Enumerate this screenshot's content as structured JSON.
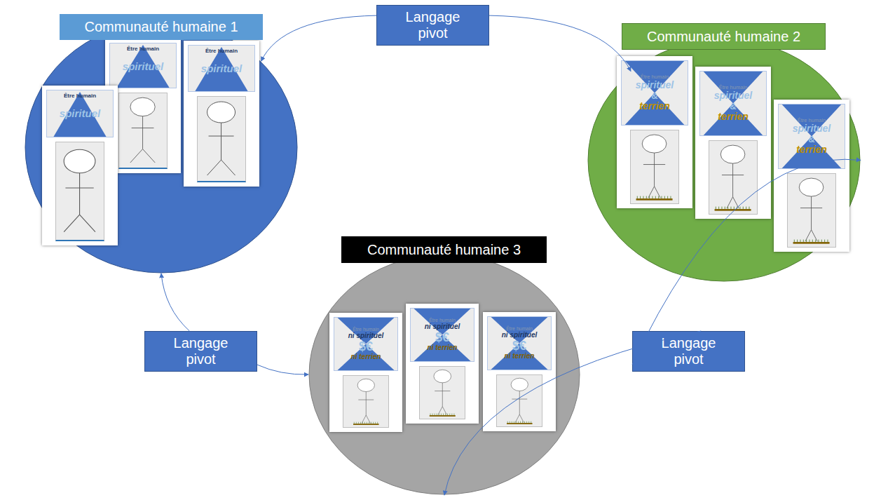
{
  "diagram": {
    "nodes": [
      {
        "text": [
          "Langage pivot"
        ]
      },
      {
        "text": [
          "Communauté humaine 1"
        ]
      },
      {
        "text": [
          "Être humain",
          "spirituel"
        ],
        "in": 1
      },
      {
        "text": [
          "Être humain",
          "spirituel"
        ],
        "in": 1
      },
      {
        "text": [
          "Être humain",
          "spirituel"
        ],
        "in": 1
      },
      {
        "text": [
          "Communauté humaine 2"
        ]
      },
      {
        "text": [
          "Être humain",
          "spirituel",
          "&",
          "terrien"
        ],
        "in": 5
      },
      {
        "text": [
          "Être humain",
          "spirituel",
          "&",
          "terrien"
        ],
        "in": 5
      },
      {
        "text": [
          "Être humain",
          "spirituel",
          "&",
          "terrien"
        ],
        "in": 5
      },
      {
        "text": [
          "Communauté humaine 3"
        ]
      },
      {
        "text": [
          "Être humain",
          "ni spirituel",
          "$€",
          "ni terrien"
        ],
        "in": 9
      },
      {
        "text": [
          "Être humain",
          "ni spirituel",
          "$€",
          "ni terrien"
        ],
        "in": 9
      },
      {
        "text": [
          "Être humain",
          "ni spirituel",
          "$€",
          "ni terrien"
        ],
        "in": 9
      },
      {
        "text": [
          "Langage pivot"
        ]
      },
      {
        "text": [
          "Langage pivot"
        ]
      }
    ],
    "edges": [
      {
        "from": 0,
        "to": 1,
        "arrow": "to"
      },
      {
        "from": 0,
        "to": 5,
        "arrow": "to"
      },
      {
        "from": 13,
        "to": 1,
        "arrow": "to"
      },
      {
        "from": 13,
        "to": 9,
        "arrow": "to"
      },
      {
        "from": 14,
        "to": 5,
        "arrow": "to"
      },
      {
        "from": 14,
        "to": 9,
        "arrow": "to"
      }
    ]
  }
}
